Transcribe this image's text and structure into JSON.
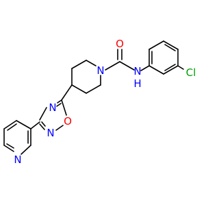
{
  "molecule": {
    "colors": {
      "bond": "#000000",
      "oxygen": "#ff0000",
      "nitrogen": "#0000ff",
      "chlorine": "#00a000",
      "carbon_label": "#000000"
    },
    "atom_labels": {
      "carbonyl_oxygen": "O",
      "amide_nitrogen_h": "N\nH",
      "chloro": "Cl",
      "piperidine_nitrogen": "N",
      "oxadiazole_n4": "N",
      "oxadiazole_o1": "O",
      "oxadiazole_n2": "N",
      "pyridine_nitrogen": "N"
    }
  }
}
